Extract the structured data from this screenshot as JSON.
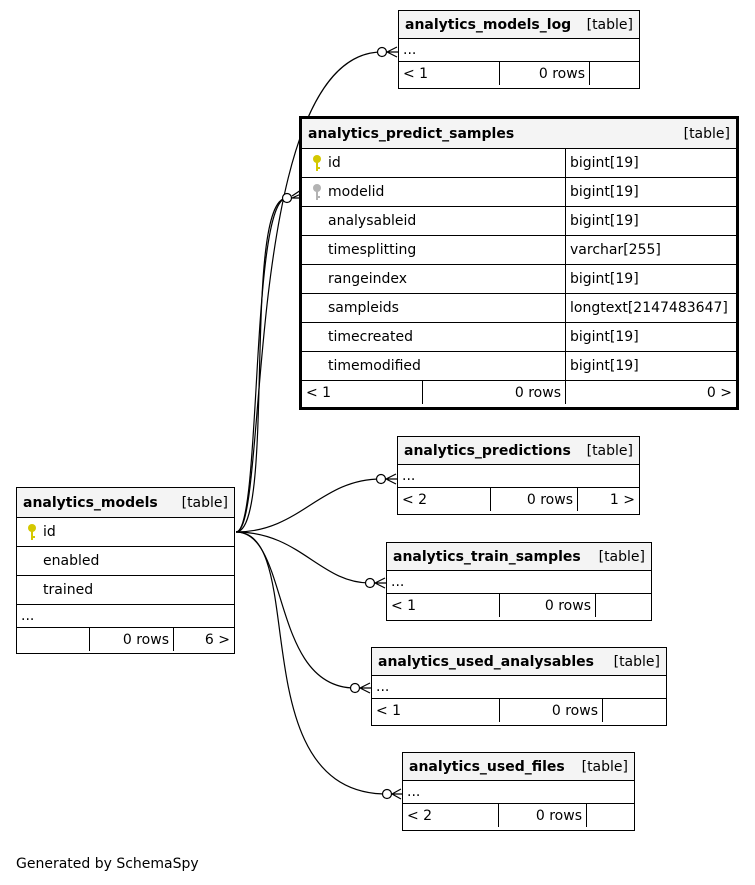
{
  "footer_text": "Generated by SchemaSpy",
  "tables": {
    "models_log": {
      "name": "analytics_models_log",
      "type": "[table]",
      "ellipsis": "...",
      "parents": "< 1",
      "rows": "0 rows",
      "children": ""
    },
    "predict_samples": {
      "name": "analytics_predict_samples",
      "type": "[table]",
      "columns": [
        {
          "name": "id",
          "type": "bigint[19]",
          "key": "primary"
        },
        {
          "name": "modelid",
          "type": "bigint[19]",
          "key": "foreign"
        },
        {
          "name": "analysableid",
          "type": "bigint[19]",
          "key": ""
        },
        {
          "name": "timesplitting",
          "type": "varchar[255]",
          "key": ""
        },
        {
          "name": "rangeindex",
          "type": "bigint[19]",
          "key": ""
        },
        {
          "name": "sampleids",
          "type": "longtext[2147483647]",
          "key": ""
        },
        {
          "name": "timecreated",
          "type": "bigint[19]",
          "key": ""
        },
        {
          "name": "timemodified",
          "type": "bigint[19]",
          "key": ""
        }
      ],
      "parents": "< 1",
      "rows": "0 rows",
      "children": "0 >"
    },
    "predictions": {
      "name": "analytics_predictions",
      "type": "[table]",
      "ellipsis": "...",
      "parents": "< 2",
      "rows": "0 rows",
      "children": "1 >"
    },
    "models": {
      "name": "analytics_models",
      "type": "[table]",
      "columns": [
        {
          "name": "id",
          "key": "primary"
        },
        {
          "name": "enabled",
          "key": ""
        },
        {
          "name": "trained",
          "key": ""
        }
      ],
      "ellipsis": "...",
      "parents": "",
      "rows": "0 rows",
      "children": "6 >"
    },
    "train_samples": {
      "name": "analytics_train_samples",
      "type": "[table]",
      "ellipsis": "...",
      "parents": "< 1",
      "rows": "0 rows",
      "children": ""
    },
    "used_analysables": {
      "name": "analytics_used_analysables",
      "type": "[table]",
      "ellipsis": "...",
      "parents": "< 1",
      "rows": "0 rows",
      "children": ""
    },
    "used_files": {
      "name": "analytics_used_files",
      "type": "[table]",
      "ellipsis": "...",
      "parents": "< 2",
      "rows": "0 rows",
      "children": ""
    }
  },
  "colors": {
    "primary_key": "#d4c800",
    "foreign_key": "#b3b3b3",
    "header_bg": "#f4f4f4"
  }
}
